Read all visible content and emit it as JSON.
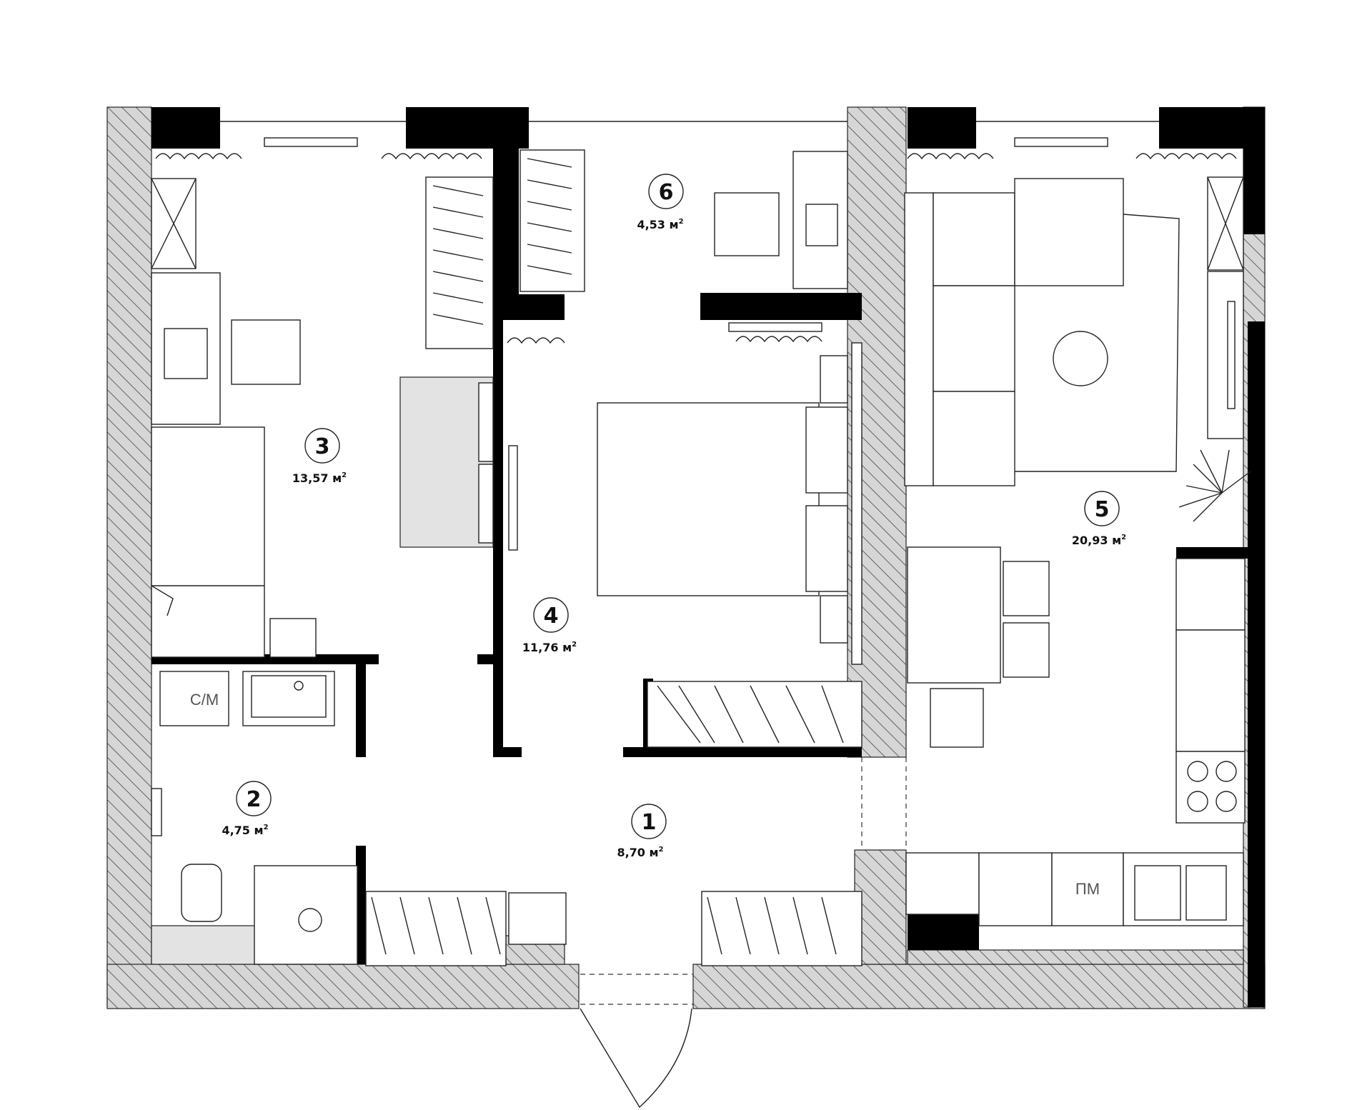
{
  "rooms": [
    {
      "id": "1",
      "number": "1",
      "area": "8,70",
      "unit": "м"
    },
    {
      "id": "2",
      "number": "2",
      "area": "4,75",
      "unit": "м"
    },
    {
      "id": "3",
      "number": "3",
      "area": "13,57",
      "unit": "м"
    },
    {
      "id": "4",
      "number": "4",
      "area": "11,76",
      "unit": "м"
    },
    {
      "id": "5",
      "number": "5",
      "area": "20,93",
      "unit": "м"
    },
    {
      "id": "6",
      "number": "6",
      "area": "4,53",
      "unit": "м"
    }
  ],
  "unit_exponent": "2",
  "appliances": {
    "washing_machine": "С/М",
    "dishwasher": "ПМ"
  }
}
